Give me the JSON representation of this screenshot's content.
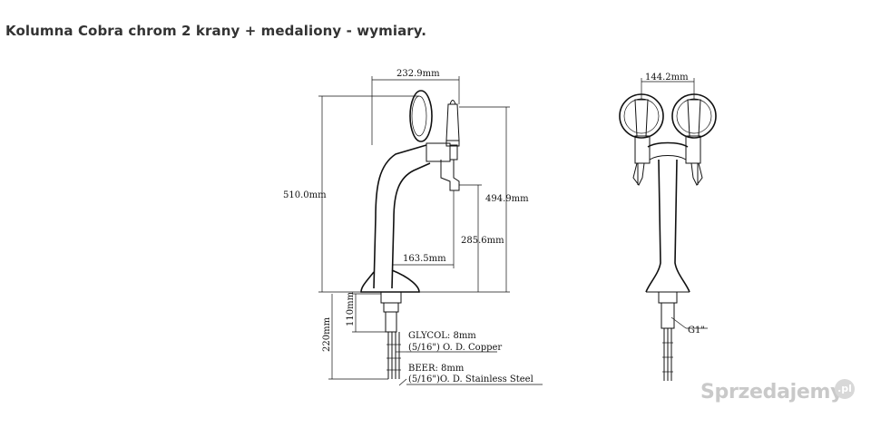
{
  "page": {
    "title": "Kolumna Cobra chrom 2 krany + medaliony - wymiary."
  },
  "drawing": {
    "side_view": {
      "width_top": "232.9mm",
      "total_height": "510.0mm",
      "spout_height": "494.9mm",
      "tap_height": "285.6mm",
      "tap_reach": "163.5mm",
      "shank_110": "110mm",
      "shank_220": "220mm"
    },
    "notes": {
      "glycol": "GLYCOL: 8mm",
      "glycol_tube": "(5/16\") O. D. Copper",
      "beer": "BEER: 8mm",
      "beer_tube": "(5/16\")O. D. Stainless Steel"
    },
    "front_view": {
      "width_top": "144.2mm",
      "thread": "G1\""
    }
  },
  "watermark": {
    "text": "Sprzedajemy",
    "badge": ".pl"
  }
}
